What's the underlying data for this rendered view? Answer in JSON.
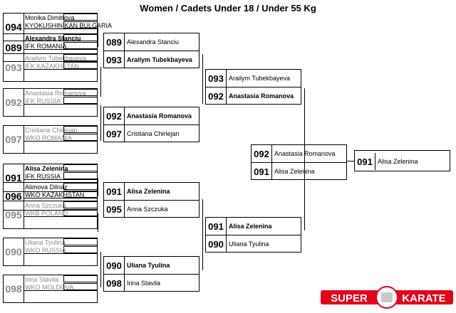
{
  "title": "Women / Cadets Under 18 / Under 55 Kg",
  "round1": [
    {
      "num": "094",
      "name": "Monika Dimitrova",
      "club": "KYOKUSHIN KAN BULGARIA",
      "style": "normal"
    },
    {
      "num": "089",
      "name": "Alexandra Stanciu",
      "club": "IFK ROMANIA",
      "style": "bold"
    },
    {
      "num": "093",
      "name": "Arailym Tubekbayeva",
      "club": "IFK KAZAKHSTAN",
      "style": "gray"
    },
    {
      "num": "092",
      "name": "Anastasia Romanova",
      "club": "IFK RUSSIA",
      "style": "gray"
    },
    {
      "num": "097",
      "name": "Cristiana Chirlejan",
      "club": "WKO ROMANIA",
      "style": "gray"
    },
    {
      "num": "091",
      "name": "Alisa Zelenina",
      "club": "IFK RUSSIA",
      "style": "bold"
    },
    {
      "num": "096",
      "name": "Alimova Dilnaz",
      "club": "WKO KAZAKHSTAN",
      "style": "normal"
    },
    {
      "num": "095",
      "name": "Anna Szczuka",
      "club": "WKB POLAND",
      "style": "gray"
    },
    {
      "num": "090",
      "name": "Uliana Tyulina",
      "club": "WKO RUSSIA",
      "style": "gray"
    },
    {
      "num": "098",
      "name": "Irina Stavila",
      "club": "WKO MOLDOVA",
      "style": "gray"
    }
  ],
  "round2": [
    {
      "top": {
        "num": "089",
        "name": "Alexandra Stanciu",
        "win": false
      },
      "bottom": {
        "num": "093",
        "name": "Arailym Tubekbayeva",
        "win": true
      }
    },
    {
      "top": {
        "num": "092",
        "name": "Anastasia Romanova",
        "win": true
      },
      "bottom": {
        "num": "097",
        "name": "Cristiana Chirlejan",
        "win": false
      }
    },
    {
      "top": {
        "num": "091",
        "name": "Alisa Zelenina",
        "win": true
      },
      "bottom": {
        "num": "095",
        "name": "Anna Szczuka",
        "win": false
      }
    },
    {
      "top": {
        "num": "090",
        "name": "Uliana Tyulina",
        "win": true
      },
      "bottom": {
        "num": "098",
        "name": "Irina Stavila",
        "win": false
      }
    }
  ],
  "round3": [
    {
      "top": {
        "num": "093",
        "name": "Arailym Tubekbayeva",
        "win": false
      },
      "bottom": {
        "num": "092",
        "name": "Anastasia Romanova",
        "win": true
      }
    },
    {
      "top": {
        "num": "091",
        "name": "Alisa Zelenina",
        "win": true
      },
      "bottom": {
        "num": "090",
        "name": "Uliana Tyulina",
        "win": false
      }
    }
  ],
  "final": {
    "top": {
      "num": "092",
      "name": "Anastasia Romanova",
      "win": false
    },
    "bottom": {
      "num": "091",
      "name": "Alisa Zelenina",
      "win": false
    }
  },
  "winner": {
    "num": "091",
    "name": "Alisa Zelenina"
  },
  "logo": {
    "left": "SUPER",
    "right": "KARATE",
    "color_red": "#e3001b"
  }
}
